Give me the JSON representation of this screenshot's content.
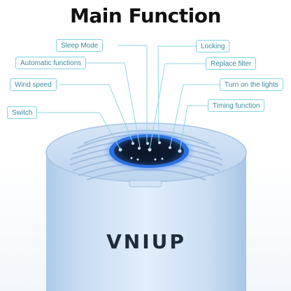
{
  "title": "Main Function",
  "labels": {
    "sleep_mode": "Sleep Mode",
    "automatic_functions": "Automatic functions",
    "wind_speed": "Wind speed",
    "switch": "Switch",
    "locking": "Locking",
    "replace_filter": "Replace filter",
    "turn_on_lights": "Turn on the lights",
    "timing_function": "Timing function"
  },
  "brand": "VNIUP",
  "colors": {
    "label_border": "#7fd3e6",
    "label_text": "#3a8aa0",
    "device_body": "#cfe2f6",
    "ring_glow": "#2d6fe0"
  }
}
